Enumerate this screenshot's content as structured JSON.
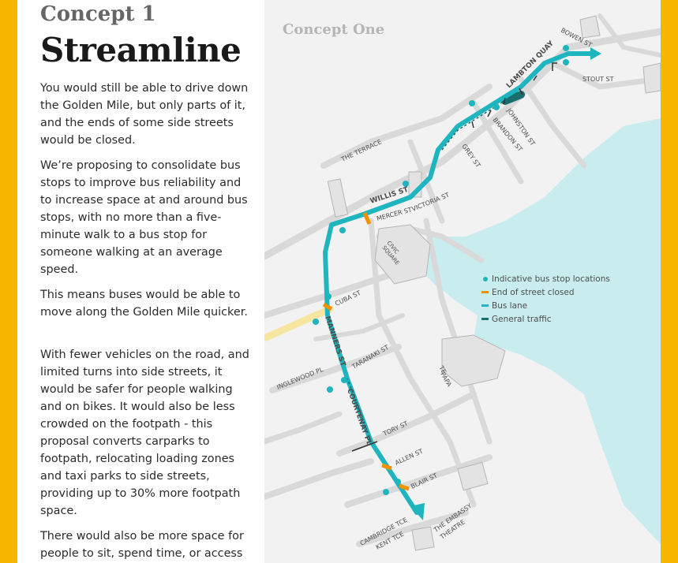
{
  "header": {
    "eyebrow": "Concept 1",
    "title": "Streamline"
  },
  "body": {
    "paragraphs": [
      "You would still be able to drive down the Golden Mile, but only parts of it, and the ends of some side streets would be closed.",
      "We’re proposing to consolidate bus stops to improve bus reliability and to increase space at and around bus stops, with no more than a five-minute walk to a bus stop for someone walking at an average speed.",
      "This means buses would be able to move along the Golden Mile quicker.",
      "With fewer vehicles on the road, and limited turns into side streets, it would be safer for people walking and on bikes. It would also be less crowded on the footpath - this proposal converts carparks to footpath, relocating loading zones and taxi parks to side streets, providing up to 30% more footpath space.",
      "There would also be more space for people to sit, spend time, or access"
    ]
  },
  "map": {
    "title": "Concept One",
    "streets": {
      "bowen": "BOWEN ST",
      "lambton": "LAMBTON QUAY",
      "stout": "STOUT ST",
      "johnston": "JOHNSTON ST",
      "brandon": "BRANDON ST",
      "grey": "GREY ST",
      "terrace": "THE TERRACE",
      "willis": "WILLIS ST",
      "mercer": "MERCER ST",
      "victoria": "VICTORIA ST",
      "civic1": "CIVIC",
      "civic2": "SQUARE",
      "cuba": "CUBA ST",
      "manners": "MANNERS ST",
      "taranaki": "TARANAKI ST",
      "inglewood": "INGLEWOOD PL",
      "tepapa1": "TE",
      "tepapa2": "PAPA",
      "courtenay": "COURTENAY PL",
      "tory": "TORY ST",
      "allen": "ALLEN ST",
      "blair": "BLAIR ST",
      "cambridge": "CAMBRIDGE TCE",
      "kent": "KENT TCE",
      "embassy1": "THE EMBASSY",
      "embassy2": "THEATRE"
    },
    "legend": {
      "bus_stop": "Indicative bus stop locations",
      "street_closed": "End of street closed",
      "bus_lane": "Bus lane",
      "general_traffic": "General traffic"
    },
    "colors": {
      "bus_lane": "#1fb5bf",
      "general_traffic": "#1a6e6e",
      "street_closed": "#f39200",
      "water": "#c9ecef",
      "roads": "#d9d9d9",
      "accent_bar": "#f7b500"
    }
  }
}
